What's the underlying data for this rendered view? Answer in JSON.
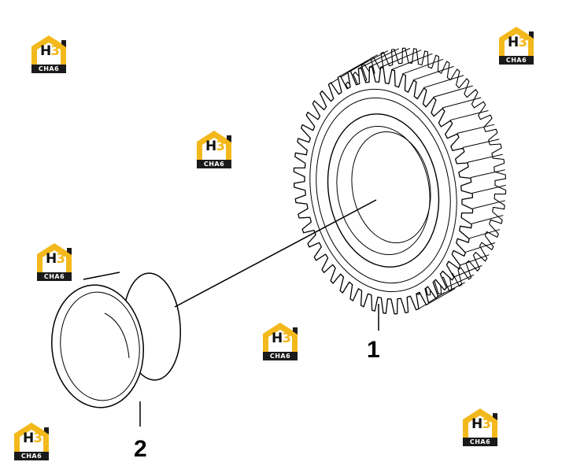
{
  "callouts": [
    {
      "id": "1",
      "label": "1"
    },
    {
      "id": "2",
      "label": "2"
    }
  ],
  "watermark": {
    "logo_text": "H3",
    "band_text": "CHA6",
    "colors": {
      "accent": "#f3b81c",
      "dark": "#1a1a1a"
    }
  },
  "colors": {
    "line": "#000000",
    "background": "#ffffff"
  }
}
